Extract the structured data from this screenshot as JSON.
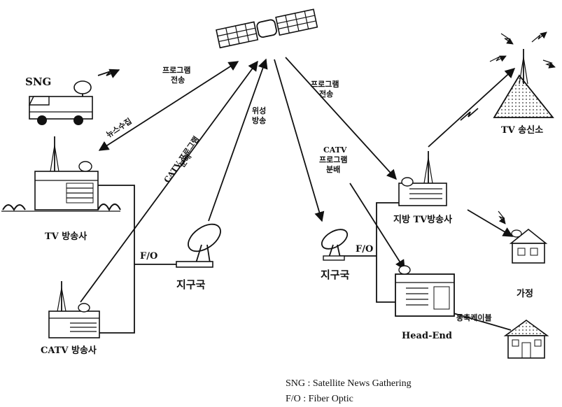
{
  "labels": {
    "sng": "SNG",
    "tv_station": "TV 방송사",
    "catv_station": "CATV 방송사",
    "earth_station_left": "지구국",
    "earth_station_mid": "지구국",
    "local_tv_station": "지방 TV방송사",
    "tv_transmitter": "TV 송신소",
    "home": "가정",
    "head_end": "Head-End",
    "fo_left": "F/O",
    "fo_right": "F/O",
    "coax_cable": "동축케이블"
  },
  "arrows": {
    "program_transmission_left_1": "프로그램",
    "program_transmission_left_2": "전송",
    "news_gathering": "뉴스수집",
    "catv_program_dist_1": "CATV 프로그램",
    "catv_program_dist_2": "분배",
    "satellite_broadcast_1": "위성",
    "satellite_broadcast_2": "방송",
    "program_transmission_right_1": "프로그램",
    "program_transmission_right_2": "전송",
    "catv_right_1": "CATV",
    "catv_right_2": "프로그램",
    "catv_right_3": "분배"
  },
  "legend": {
    "sng": "SNG : Satellite News Gathering",
    "fo": "F/O : Fiber Optic"
  }
}
